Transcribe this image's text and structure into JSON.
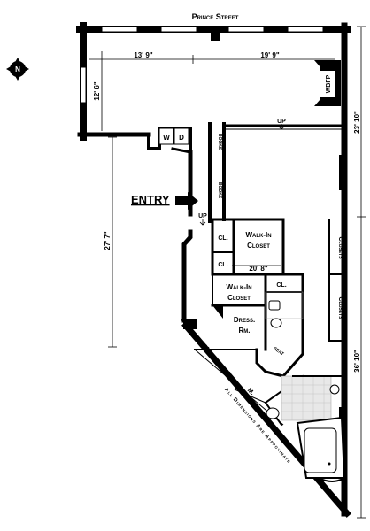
{
  "street": "Prince Street",
  "north": "N",
  "dims": {
    "d1": "13' 9\"",
    "d2": "19' 9\"",
    "d3": "12' 6\"",
    "d4": "23' 10\"",
    "d5": "27' 7\"",
    "d6": "20' 8\"",
    "d7": "36' 10\""
  },
  "labels": {
    "wbfp": "WBFP",
    "w": "W",
    "d": "D",
    "books": "BOOKS",
    "entry": "ENTRY",
    "up": "UP",
    "cl": "CL.",
    "walkin1": "Walk-In",
    "closet": "Closet",
    "closets": "Closets",
    "dress1": "Dress.",
    "dress2": "Rm.",
    "seat": "SEAT",
    "m": "M.",
    "note": "All Dimensions Are Approximate"
  }
}
